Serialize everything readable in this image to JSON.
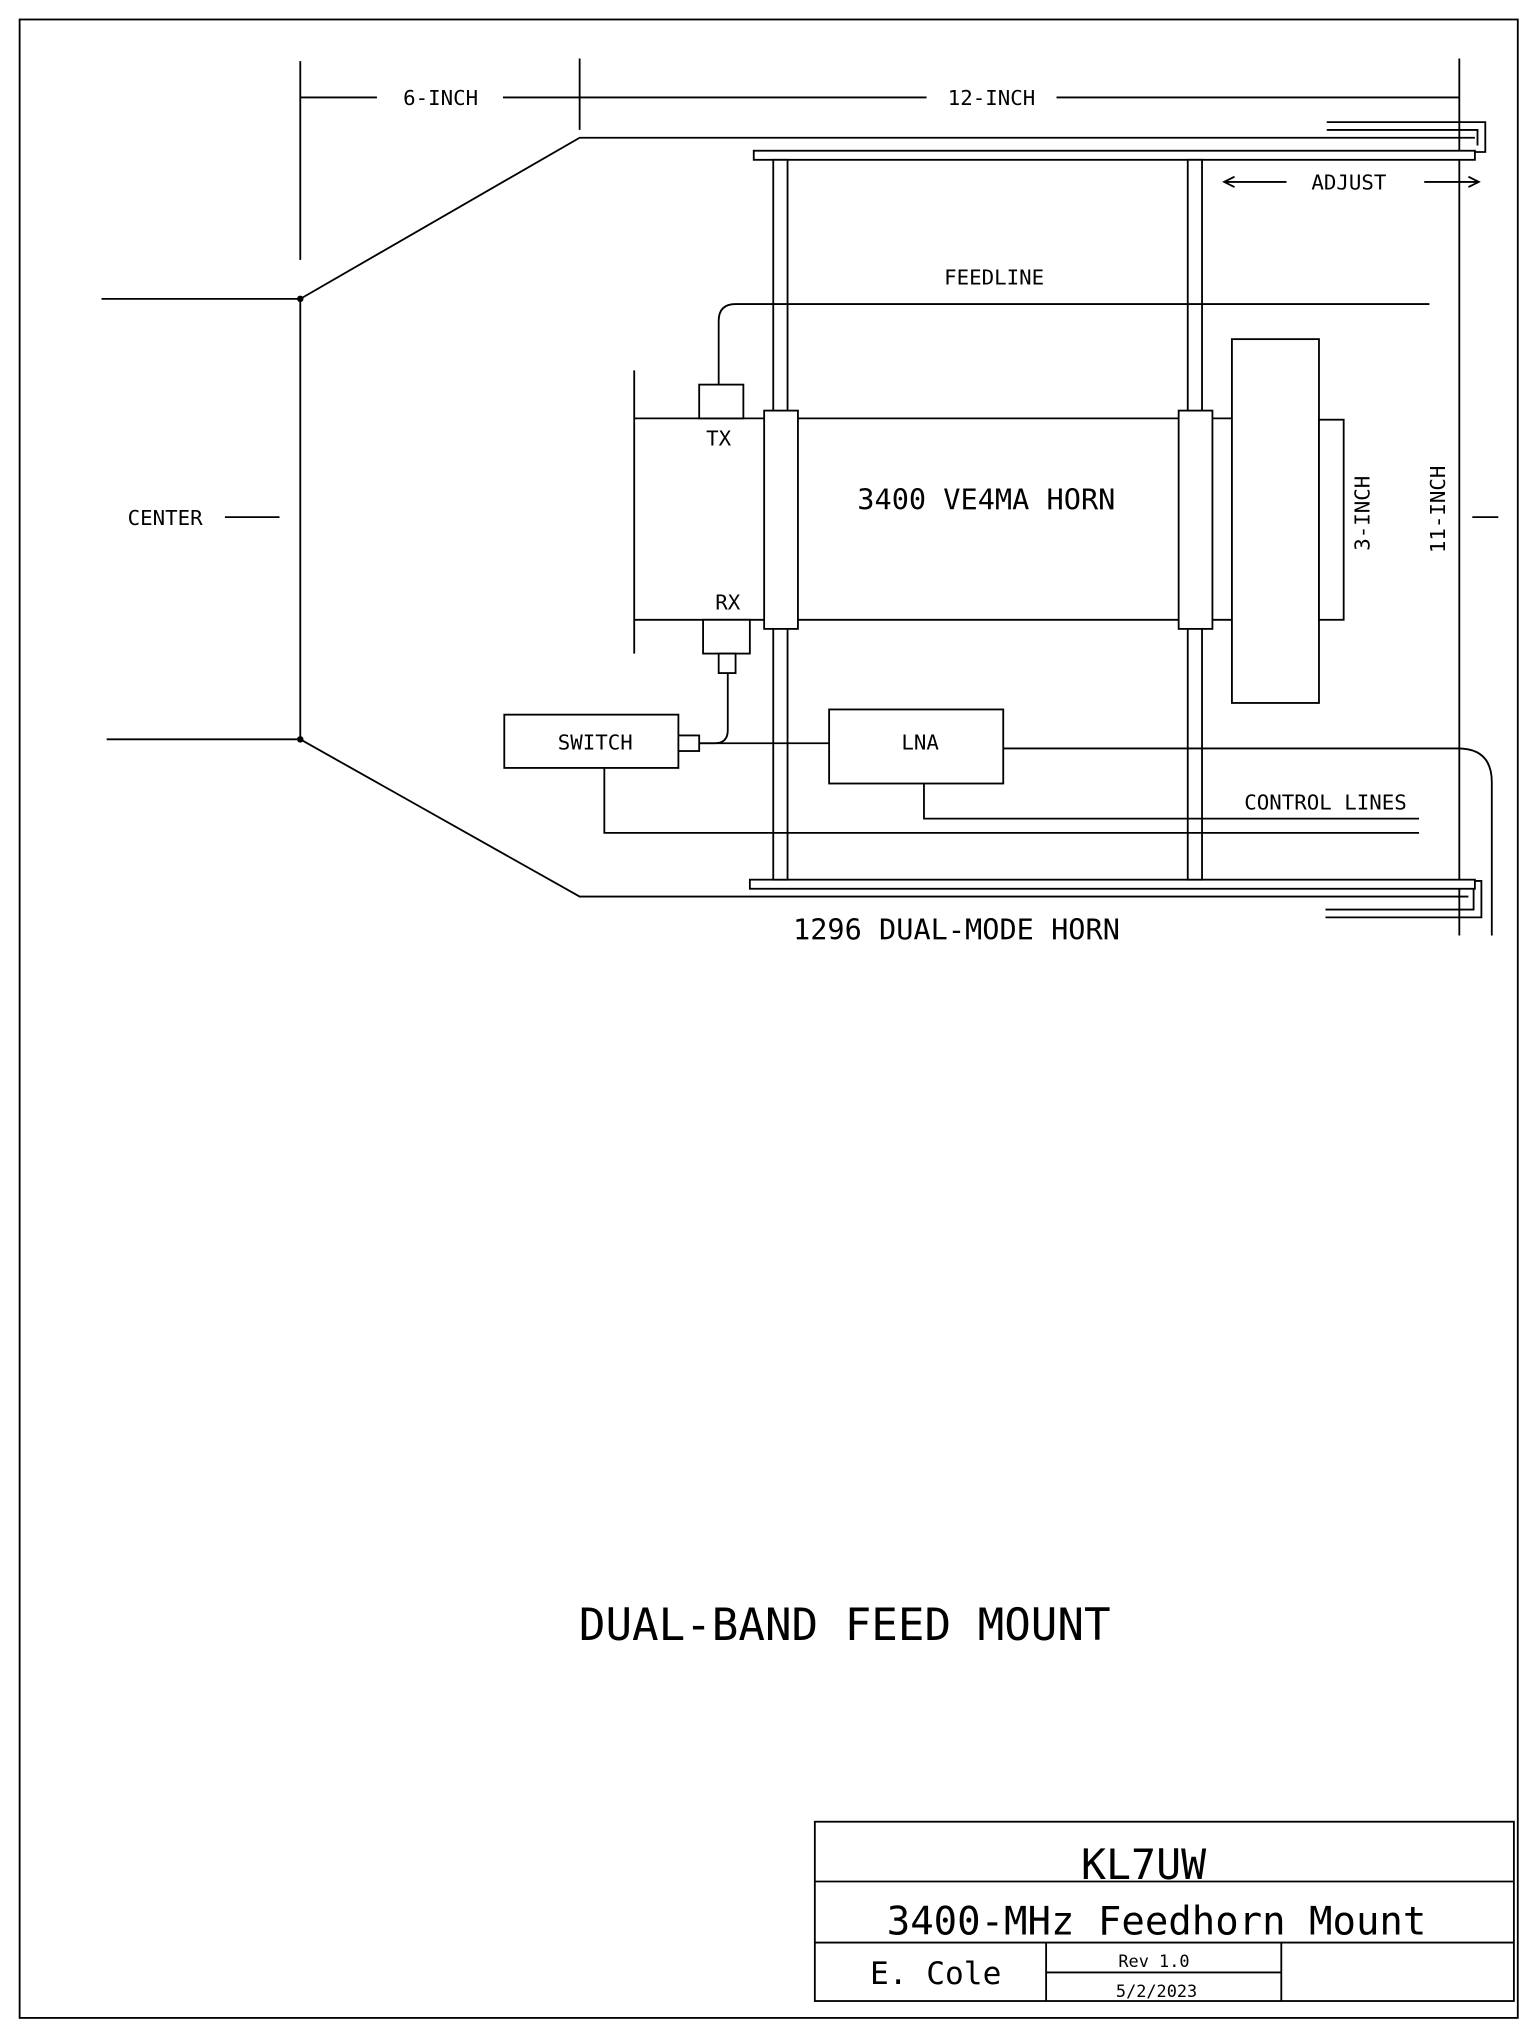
{
  "dimensions": {
    "six_inch": "6-INCH",
    "twelve_inch": "12-INCH",
    "three_inch": "3-INCH",
    "eleven_inch": "11-INCH",
    "adjust": "ADJUST"
  },
  "labels": {
    "center": "CENTER",
    "feedline": "FEEDLINE",
    "tx": "TX",
    "rx": "RX",
    "horn_3400": "3400 VE4MA HORN",
    "switch": "SWITCH",
    "lna": "LNA",
    "control_lines": "CONTROL LINES",
    "horn_1296": "1296 DUAL-MODE HORN"
  },
  "drawing_title": "DUAL-BAND FEED MOUNT",
  "title_block": {
    "company": "KL7UW",
    "title": "3400-MHz Feedhorn Mount",
    "author": "E. Cole",
    "revision": "Rev 1.0",
    "date": "5/2/2023"
  }
}
